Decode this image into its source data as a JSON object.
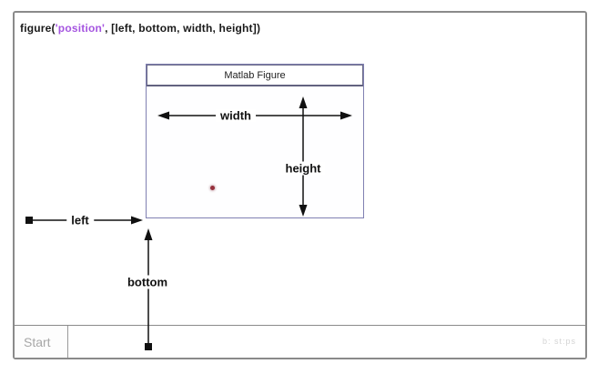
{
  "code_line": {
    "prefix": "figure(",
    "string_arg": "'position'",
    "separator": ", [",
    "params": "left, bottom, width, height",
    "suffix": "])"
  },
  "figure_box": {
    "title": "Matlab Figure"
  },
  "labels": {
    "width": "width",
    "height": "height",
    "left": "left",
    "bottom": "bottom"
  },
  "taskbar": {
    "start_label": "Start",
    "watermark": "b: st:ps"
  },
  "colors": {
    "string_purple": "#a555e0",
    "figure_box_border": "#8080b2",
    "frame_border": "#8a8a8a",
    "pointer_dot": "#96303c",
    "arrow": "#111111"
  }
}
